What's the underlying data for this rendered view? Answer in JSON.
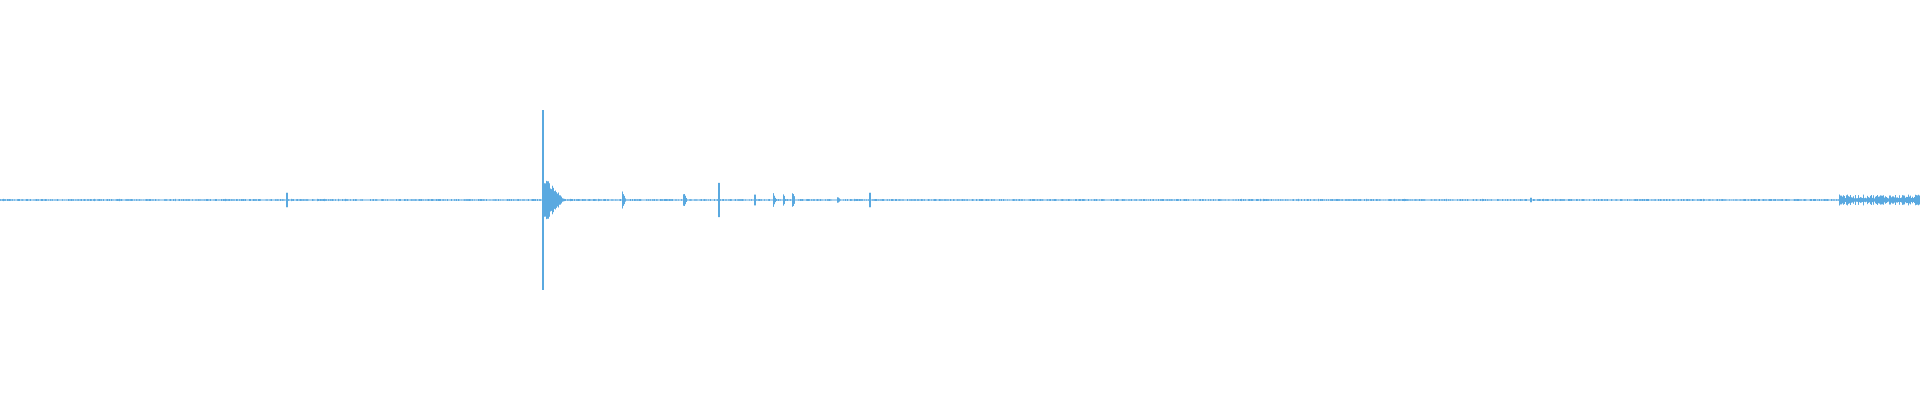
{
  "waveform": {
    "color": "#5aa9e0",
    "background": "#ffffff",
    "baseline_amplitude": 0.008,
    "events": [
      {
        "position": 0.149,
        "amplitude": 0.08,
        "decay": 0.0
      },
      {
        "position": 0.2825,
        "amplitude": 1.0,
        "decay": 0.0
      },
      {
        "position": 0.283,
        "amplitude": 0.28,
        "decay": 0.011
      },
      {
        "position": 0.324,
        "amplitude": 0.1,
        "decay": 0.002
      },
      {
        "position": 0.356,
        "amplitude": 0.1,
        "decay": 0.002
      },
      {
        "position": 0.374,
        "amplitude": 0.19,
        "decay": 0.0
      },
      {
        "position": 0.393,
        "amplitude": 0.06,
        "decay": 0.0
      },
      {
        "position": 0.403,
        "amplitude": 0.08,
        "decay": 0.001
      },
      {
        "position": 0.408,
        "amplitude": 0.08,
        "decay": 0.001
      },
      {
        "position": 0.413,
        "amplitude": 0.1,
        "decay": 0.001
      },
      {
        "position": 0.436,
        "amplitude": 0.04,
        "decay": 0.002
      },
      {
        "position": 0.453,
        "amplitude": 0.08,
        "decay": 0.0
      },
      {
        "position": 0.797,
        "amplitude": 0.025,
        "decay": 0.0
      },
      {
        "position": 0.958,
        "amplitude": 0.07,
        "decay": 0.004
      }
    ],
    "noise_band": {
      "start": 0.958,
      "end": 1.0,
      "amplitude": 0.06
    }
  }
}
